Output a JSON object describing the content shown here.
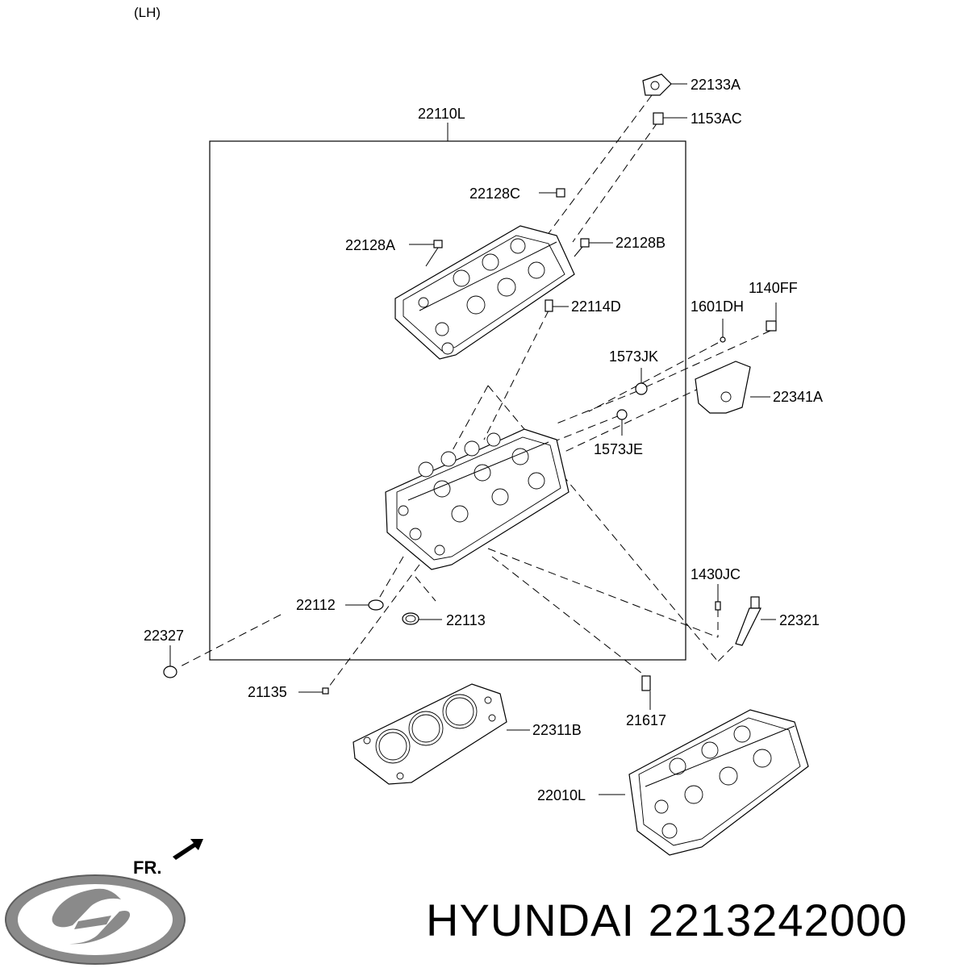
{
  "header": {
    "side_label": "(LH)"
  },
  "callouts": {
    "c22133A": "22133A",
    "c1153AC": "1153AC",
    "c22110L": "22110L",
    "c22128C": "22128C",
    "c22128A": "22128A",
    "c22128B": "22128B",
    "c22114D": "22114D",
    "c1601DH": "1601DH",
    "c1140FF": "1140FF",
    "c1573JK": "1573JK",
    "c22341A": "22341A",
    "c1573JE": "1573JE",
    "c1430JC": "1430JC",
    "c22112": "22112",
    "c22113": "22113",
    "c22321": "22321",
    "c22327": "22327",
    "c21135": "21135",
    "c22311B": "22311B",
    "c21617": "21617",
    "c22010L": "22010L"
  },
  "direction": {
    "front_label": "FR."
  },
  "footer": {
    "brand": "HYUNDAI",
    "part_number": "2213242000"
  },
  "colors": {
    "line": "#000000",
    "background": "#ffffff",
    "logo_gray": "#8a8a8a"
  }
}
